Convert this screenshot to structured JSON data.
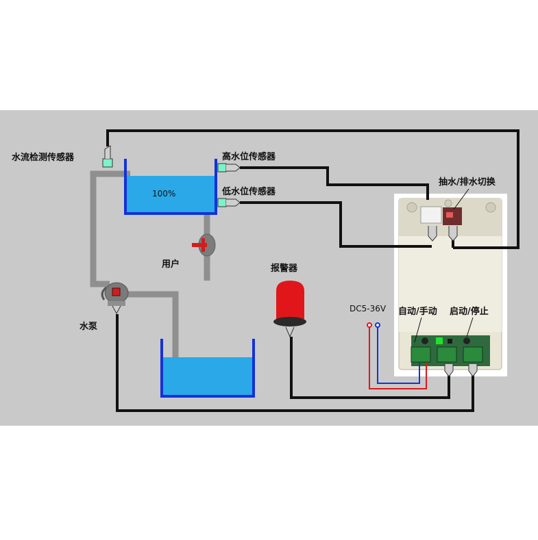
{
  "labels": {
    "flow_sensor": "水流检测传感器",
    "high_sensor": "高水位传感器",
    "low_sensor": "低水位传感器",
    "level": "100%",
    "user": "用户",
    "alarm": "报警器",
    "pump": "水泵",
    "dc": "DC5-36V",
    "auto_manual": "自动/手动",
    "start_stop": "启动/停止",
    "pump_drain": "抽水/排水切换"
  },
  "colors": {
    "background": "#c9c9c9",
    "water": "#2aa8e8",
    "tank_wall": "#1431d6",
    "wire": "#111111",
    "pipe": "#8f8f8f",
    "alarm_red": "#e0161b",
    "power_pos": "#e0161b",
    "power_neg": "#1431d6",
    "controller_body": "#e9e6d6"
  },
  "icons": {
    "sensors": "sensor-probe-icon",
    "pump": "pump-icon",
    "valve": "valve-icon",
    "alarm": "alarm-beacon-icon"
  }
}
